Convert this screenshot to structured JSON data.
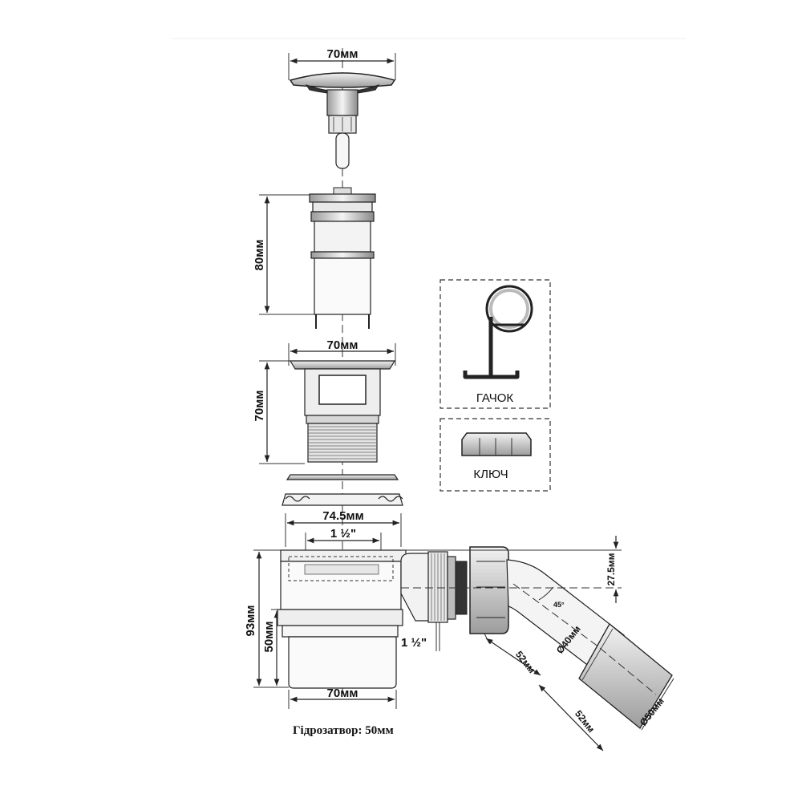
{
  "dimensions": {
    "cap_width": "70мм",
    "cartridge_height": "80мм",
    "body_width": "70мм",
    "body_height": "70мм",
    "flange_width": "74.5мм",
    "thread_top": "1 ½\"",
    "trap_height": "93мм",
    "seal_height": "50мм",
    "outlet_thread": "1 ½\"",
    "trap_bottom_width": "70мм",
    "offset_height": "27.5мм",
    "angle": "45°",
    "pipe_diameter_small": "Ø40мм",
    "pipe_diameter_large": "Ø50мм",
    "pipe_length_1": "52мм",
    "pipe_length_2": "52мм"
  },
  "accessories": {
    "hook_label": "ГАЧОК",
    "key_label": "КЛЮЧ"
  },
  "caption": "Гідрозатвор: 50мм",
  "colors": {
    "line": "#333333",
    "background": "#ffffff",
    "shade": "#d8d8d8"
  }
}
